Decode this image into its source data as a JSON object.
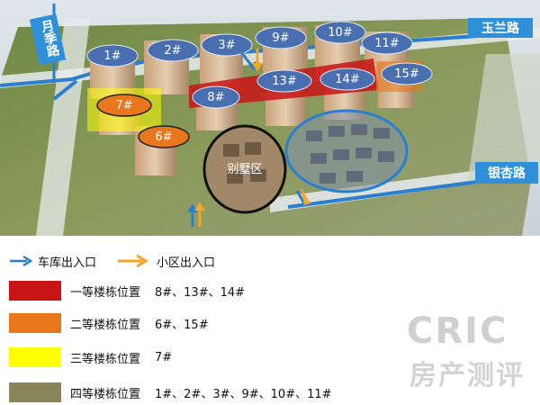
{
  "roads": {
    "yuelan": "玉兰路",
    "yueji": "月季路",
    "yinxing": "银杏路"
  },
  "buildings": {
    "b1": "1#",
    "b2": "2#",
    "b3": "3#",
    "b9": "9#",
    "b10": "10#",
    "b11": "11#",
    "b13": "13#",
    "b14": "14#",
    "b15": "15#",
    "b8": "8#",
    "b7": "7#",
    "b6": "6#"
  },
  "villa_label": "别墅区",
  "legend": {
    "garage_entrance": "车库出入口",
    "community_entrance": "小区出入口",
    "tiers": [
      {
        "label": "一等楼栋位置",
        "buildings": "8#、13#、14#",
        "color": "#c81414"
      },
      {
        "label": "二等楼栋位置",
        "buildings": "6#、15#",
        "color": "#e8761c"
      },
      {
        "label": "三等楼栋位置",
        "buildings": "7#",
        "color": "#ffff00"
      },
      {
        "label": "四等楼栋位置",
        "buildings": "1#、2#、3#、9#、10#、11#",
        "color": "#8a845a"
      }
    ]
  },
  "colors": {
    "garage_arrow": "#2a7fd0",
    "community_arrow": "#f5a623",
    "road_sign": "#2f8fd8"
  },
  "watermark": {
    "line1": "CRIC",
    "line2": "房产测评"
  }
}
